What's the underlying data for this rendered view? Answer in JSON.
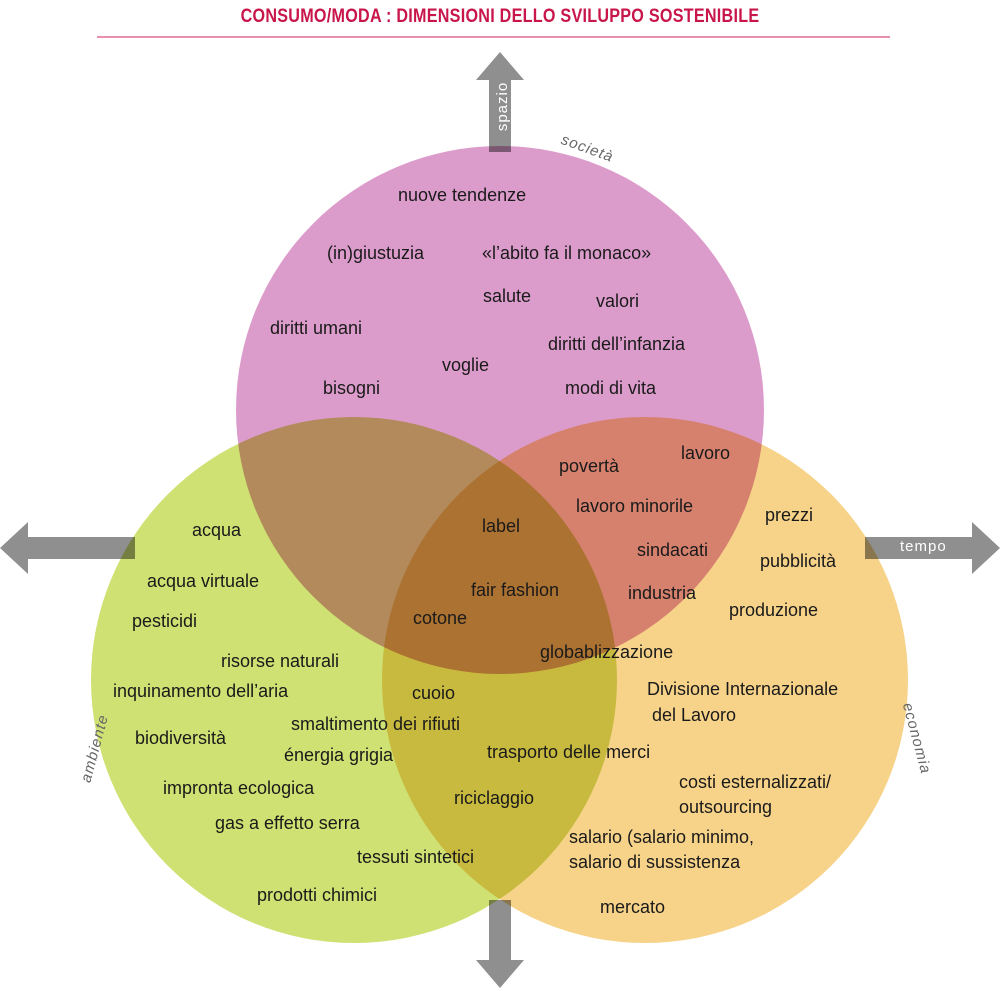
{
  "title": "CONSUMO/MODA : DIMENSIONI DELLO SVILUPPO SOSTENIBILE",
  "colors": {
    "title": "#c8154a",
    "societa": "#d892c4",
    "ambiente": "#c9dd6c",
    "economia": "#f6d184",
    "arrow": "#8a8a8a"
  },
  "axes": {
    "up": "spazio",
    "right": "tempo"
  },
  "dimensions": {
    "societa": "società",
    "ambiente": "ambiente",
    "economia": "economia"
  },
  "terms": {
    "societa": [
      "nuove tendenze",
      "(in)giustuzia",
      "«l’abito fa il monaco»",
      "salute",
      "valori",
      "diritti umani",
      "diritti dell’infanzia",
      "voglie",
      "bisogni",
      "modi di vita"
    ],
    "societa_economia": [
      "povertà",
      "lavoro",
      "lavoro minorile",
      "sindacati",
      "industria"
    ],
    "societa_ambiente_economia": [
      "label",
      "fair fashion",
      "cotone",
      "globablizzazione"
    ],
    "ambiente": [
      "acqua",
      "acqua virtuale",
      "pesticidi",
      "risorse naturali",
      "inquinamento dell’aria",
      "biodiversità",
      "impronta ecologica",
      "gas a effetto serra",
      "prodotti chimici"
    ],
    "ambiente_economia": [
      "cuoio",
      "smaltimento dei rifiuti",
      "énergia grigia",
      "riciclaggio",
      "tessuti sintetici"
    ],
    "economia": [
      "prezzi",
      "pubblicità",
      "produzione",
      "Divisione Internazionale",
      "del Lavoro",
      "trasporto delle merci",
      "costi esternalizzati/",
      "outsourcing",
      "salario (salario minimo,",
      "salario di sussistenza",
      "mercato"
    ]
  }
}
